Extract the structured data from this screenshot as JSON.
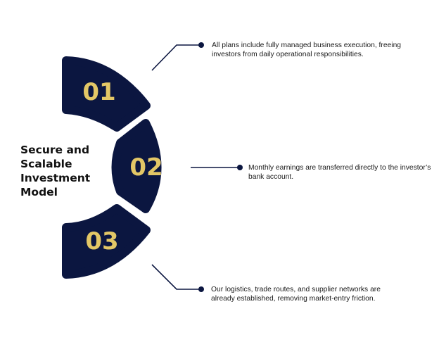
{
  "title_lines": [
    "Secure and",
    "Scalable",
    "Investment",
    "Model"
  ],
  "steps": [
    {
      "number": "01",
      "text": "All plans include fully managed business execution, freeing investors from daily operational responsibilities."
    },
    {
      "number": "02",
      "text": "Monthly earnings are transferred directly to the investor’s bank account."
    },
    {
      "number": "03",
      "text": "Our logistics, trade routes, and supplier networks are already established, removing market-entry friction."
    }
  ],
  "colors": {
    "navy": "#0b1640",
    "gold": "#e3c766"
  }
}
